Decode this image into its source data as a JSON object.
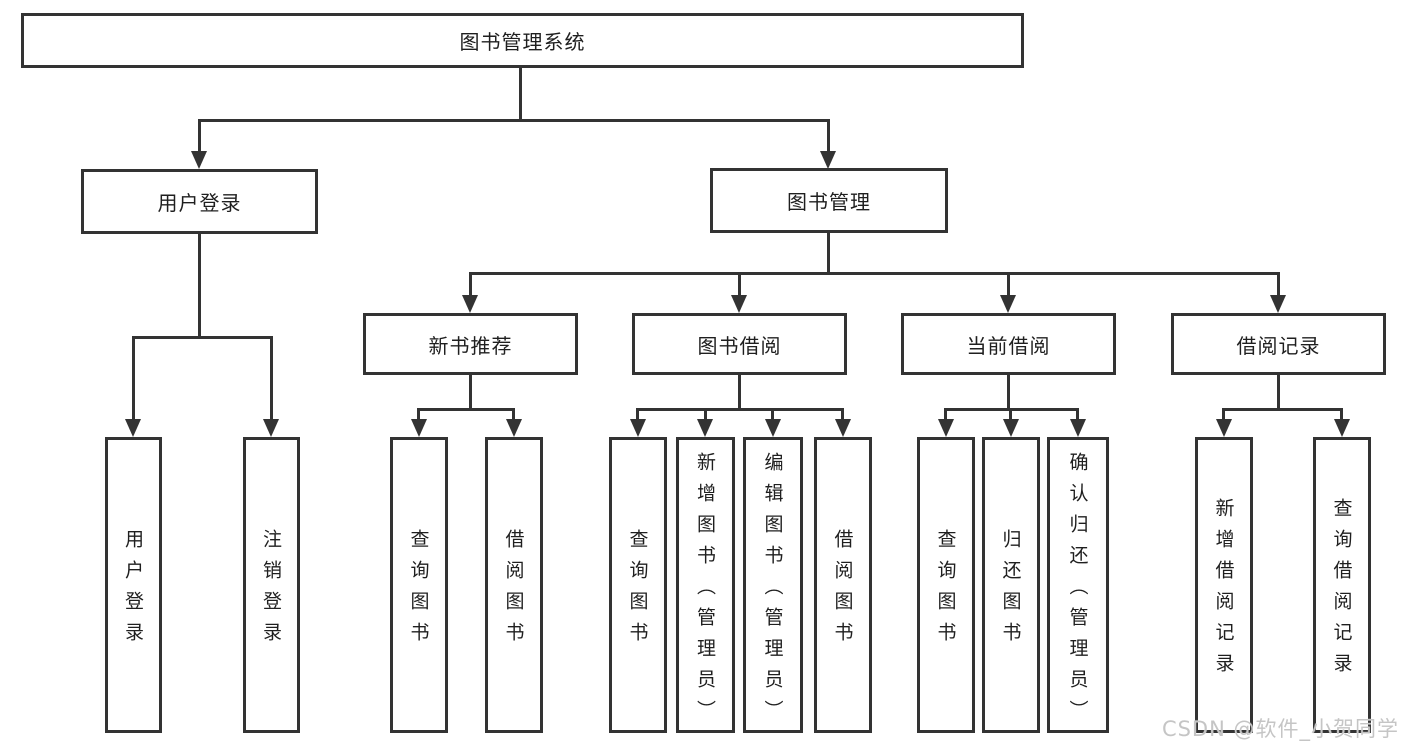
{
  "tree": {
    "root": "图书管理系统",
    "branches": [
      {
        "label": "用户登录",
        "children": [
          "用户登录",
          "注销登录"
        ]
      },
      {
        "label": "图书管理",
        "children": [
          {
            "label": "新书推荐",
            "children": [
              "查询图书",
              "借阅图书"
            ]
          },
          {
            "label": "图书借阅",
            "children": [
              "查询图书",
              "新增图书（管理员）",
              "编辑图书（管理员）",
              "借阅图书"
            ]
          },
          {
            "label": "当前借阅",
            "children": [
              "查询图书",
              "归还图书",
              "确认归还（管理员）"
            ]
          },
          {
            "label": "借阅记录",
            "children": [
              "新增借阅记录",
              "查询借阅记录"
            ]
          }
        ]
      }
    ]
  },
  "watermark": "CSDN @软件_小贺同学",
  "colors": {
    "line": "#333333",
    "text": "#1f1f1f",
    "background": "#ffffff",
    "watermark": "#c5c5c5"
  }
}
